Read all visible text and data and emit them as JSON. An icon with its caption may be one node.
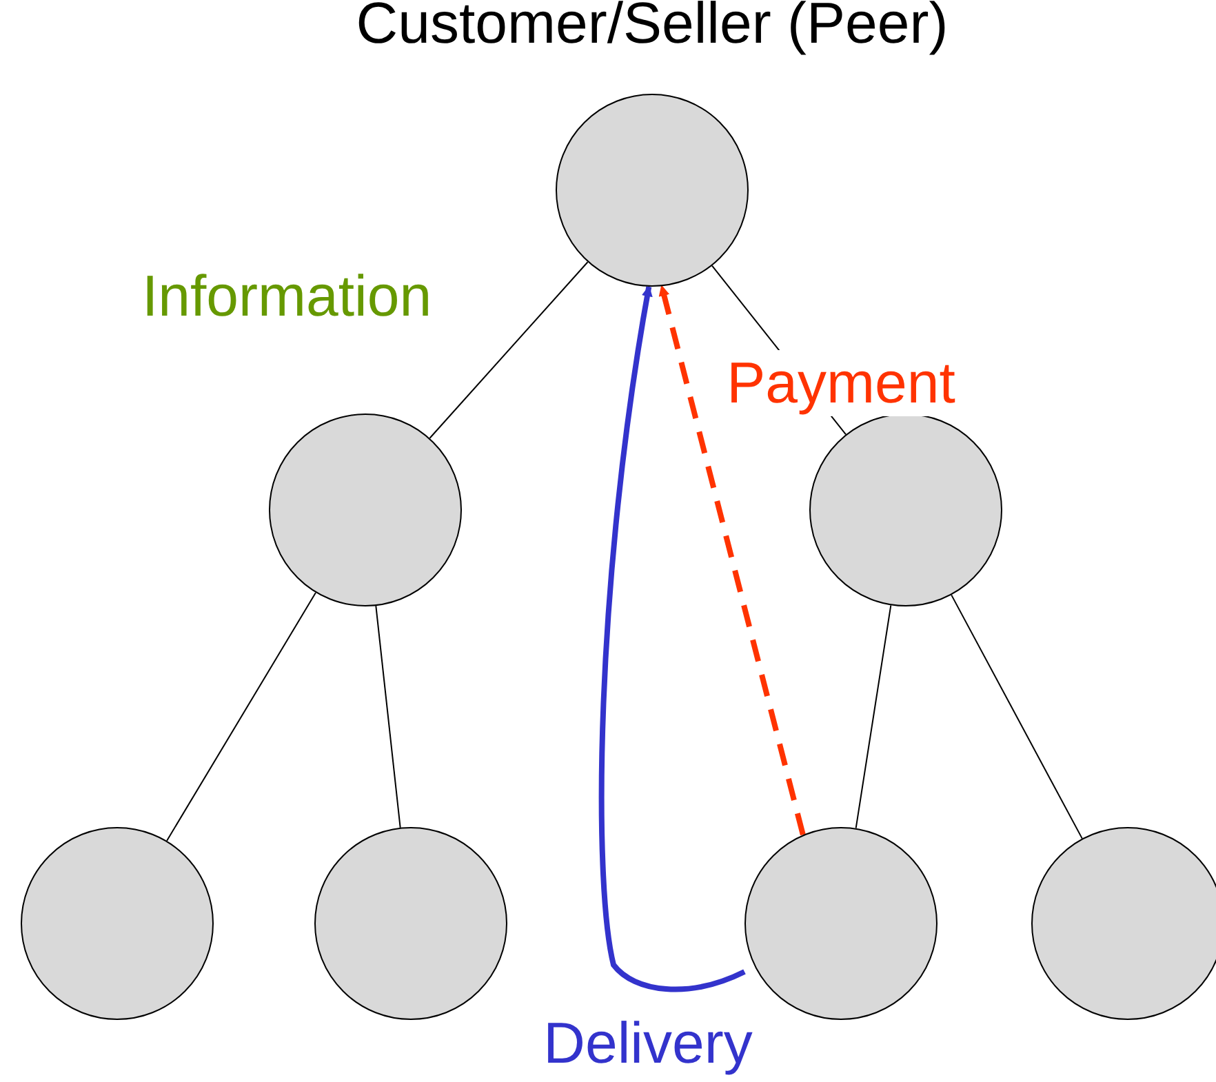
{
  "diagram": {
    "nodes": [
      {
        "text": [
          "Customer/Seller (Peer)"
        ]
      },
      {
        "text": [],
        "shape": "circle"
      },
      {
        "text": [],
        "shape": "circle"
      },
      {
        "text": [],
        "shape": "circle"
      },
      {
        "text": [],
        "shape": "circle"
      },
      {
        "text": [],
        "shape": "circle"
      },
      {
        "text": [],
        "shape": "circle"
      }
    ],
    "edges": [
      {
        "from": 0,
        "to": 1,
        "arrow": "none"
      },
      {
        "from": 0,
        "to": 2,
        "arrow": "none"
      },
      {
        "from": 1,
        "to": 3,
        "arrow": "none"
      },
      {
        "from": 1,
        "to": 4,
        "arrow": "none"
      },
      {
        "from": 2,
        "to": 5,
        "arrow": "none"
      },
      {
        "from": 2,
        "to": 6,
        "arrow": "none"
      },
      {
        "from": 5,
        "to": 0,
        "arrow": "to",
        "label": "Delivery",
        "style": "thick",
        "color": "#3333cc"
      },
      {
        "from": 5,
        "to": 0,
        "arrow": "to",
        "label": "Payment",
        "style": "dashed",
        "color": "#ff3300"
      }
    ],
    "labels": [
      "Information"
    ]
  }
}
